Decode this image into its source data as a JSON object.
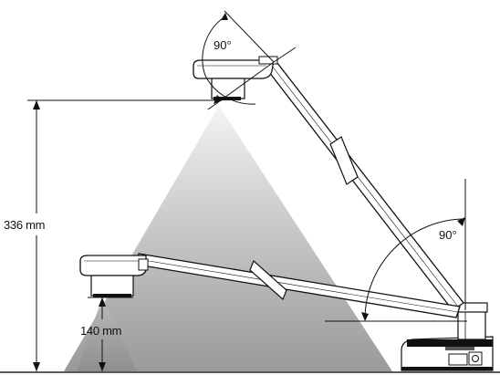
{
  "dimensions": {
    "upper_height": "336 mm",
    "lower_height": "140 mm"
  },
  "angles": {
    "head_angle": "90°",
    "arm_angle": "90°"
  }
}
